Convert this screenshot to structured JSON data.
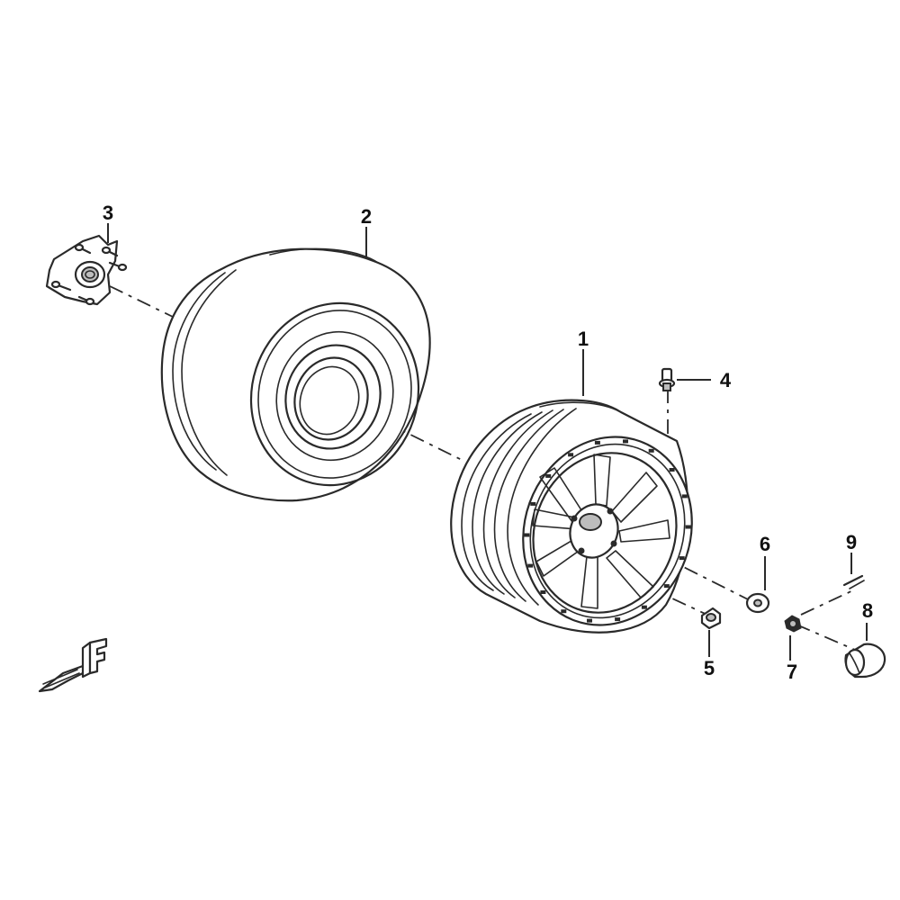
{
  "callouts": [
    {
      "id": "rim",
      "label": "1"
    },
    {
      "id": "tire",
      "label": "2"
    },
    {
      "id": "hub",
      "label": "3"
    },
    {
      "id": "valve",
      "label": "4"
    },
    {
      "id": "lug-nut",
      "label": "5"
    },
    {
      "id": "washer",
      "label": "6"
    },
    {
      "id": "castle-nut",
      "label": "7"
    },
    {
      "id": "hub-cap",
      "label": "8"
    },
    {
      "id": "cotter-pin",
      "label": "9"
    }
  ],
  "direction_mark": {
    "letter": "F",
    "icon": "front-direction-arrow-icon"
  }
}
